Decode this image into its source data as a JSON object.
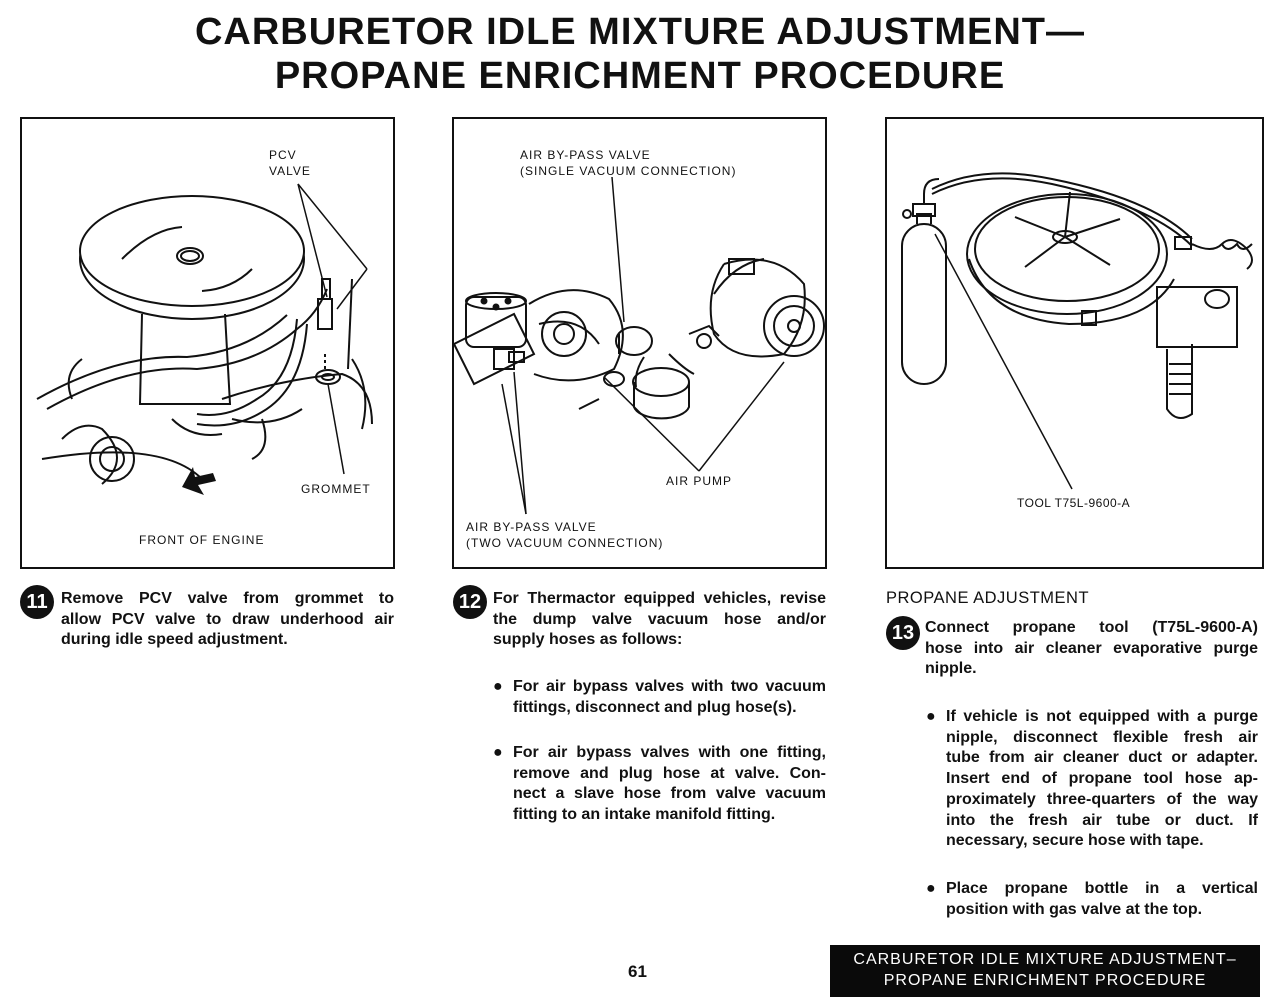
{
  "title": {
    "line1": "CARBURETOR IDLE MIXTURE ADJUSTMENT—",
    "line2": "PROPANE ENRICHMENT PROCEDURE"
  },
  "panel1": {
    "pcv_label_1": "PCV",
    "pcv_label_2": "VALVE",
    "grommet_label": "GROMMET",
    "front_label": "FRONT OF ENGINE"
  },
  "panel2": {
    "bypass_single_1": "AIR BY-PASS VALVE",
    "bypass_single_2": "(SINGLE VACUUM CONNECTION)",
    "air_pump_label": "AIR PUMP",
    "bypass_two_1": "AIR BY-PASS VALVE",
    "bypass_two_2": "(TWO VACUUM CONNECTION)"
  },
  "panel3": {
    "tool_label": "TOOL T75L-9600-A"
  },
  "step11": {
    "number": "11",
    "lines": [
      "Remove PCV valve from grommet to",
      "allow PCV valve to draw underhood air",
      "during idle speed adjustment."
    ]
  },
  "step12": {
    "number": "12",
    "lines": [
      "For Thermactor equipped vehicles, revise",
      "the dump valve vacuum hose and/or",
      "supply hoses as follows:"
    ],
    "bullet1": [
      "For air bypass valves with two vacuum",
      "fittings, disconnect and plug hose(s)."
    ],
    "bullet2": [
      "For air bypass valves with one fitting,",
      "remove and plug hose at valve. Con-",
      "nect a slave hose from valve vacuum",
      "fitting to an intake manifold fitting."
    ]
  },
  "propane_heading": "PROPANE ADJUSTMENT",
  "step13": {
    "number": "13",
    "lines": [
      "Connect propane tool (T75L-9600-A)",
      "hose into air cleaner evaporative purge",
      "nipple."
    ],
    "bullet1": [
      "If vehicle is not equipped with a purge",
      "nipple, disconnect flexible fresh air",
      "tube from air cleaner duct or adapter.",
      "Insert end of propane tool hose ap-",
      "proximately three-quarters of the way",
      "into the fresh air tube or duct. If",
      "necessary, secure hose with tape."
    ],
    "bullet2": [
      "Place propane bottle in a vertical",
      "position with gas valve at the top."
    ]
  },
  "page_number": "61",
  "footer": {
    "line1": "CARBURETOR IDLE MIXTURE ADJUSTMENT–",
    "line2": "PROPANE ENRICHMENT PROCEDURE"
  }
}
